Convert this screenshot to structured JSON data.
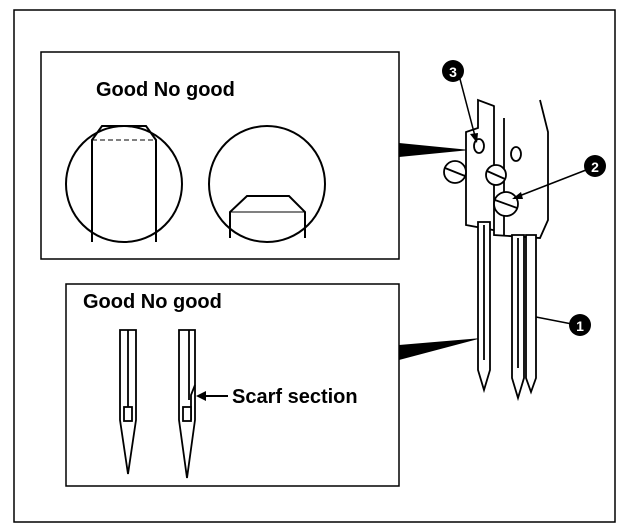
{
  "diagram": {
    "top_panel": {
      "heading": "Good No good"
    },
    "bottom_panel": {
      "heading": "Good No good",
      "scarf_label": "Scarf section"
    },
    "callouts": [
      {
        "number": "1"
      },
      {
        "number": "2"
      },
      {
        "number": "3"
      }
    ]
  }
}
